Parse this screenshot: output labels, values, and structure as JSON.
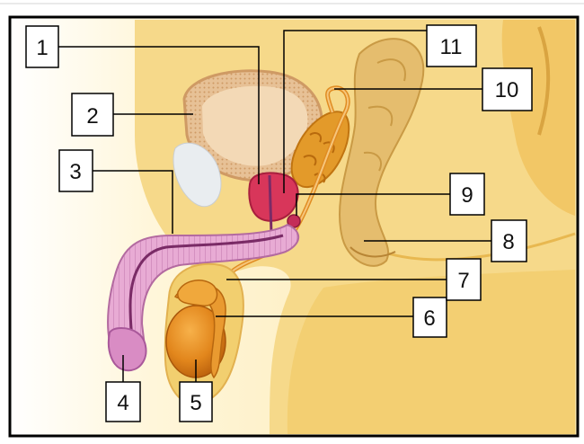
{
  "figure": {
    "labels": [
      {
        "id": "1",
        "text": "1"
      },
      {
        "id": "2",
        "text": "2"
      },
      {
        "id": "3",
        "text": "3"
      },
      {
        "id": "4",
        "text": "4"
      },
      {
        "id": "5",
        "text": "5"
      },
      {
        "id": "6",
        "text": "6"
      },
      {
        "id": "7",
        "text": "7"
      },
      {
        "id": "8",
        "text": "8"
      },
      {
        "id": "9",
        "text": "9"
      },
      {
        "id": "10",
        "text": "10"
      },
      {
        "id": "11",
        "text": "11"
      }
    ]
  },
  "colors": {
    "background": "#fbefc2",
    "skin": "#f4d27a",
    "penis": "#e3a4cf",
    "scrotum": "#f2cf6f",
    "testis": "#e08a1c",
    "prostate": "#d8365a",
    "seminal_vesicle": "#e39a2a",
    "bladder": "#e9c9a4",
    "rectum": "#e6c27a",
    "frame": "#000000"
  }
}
